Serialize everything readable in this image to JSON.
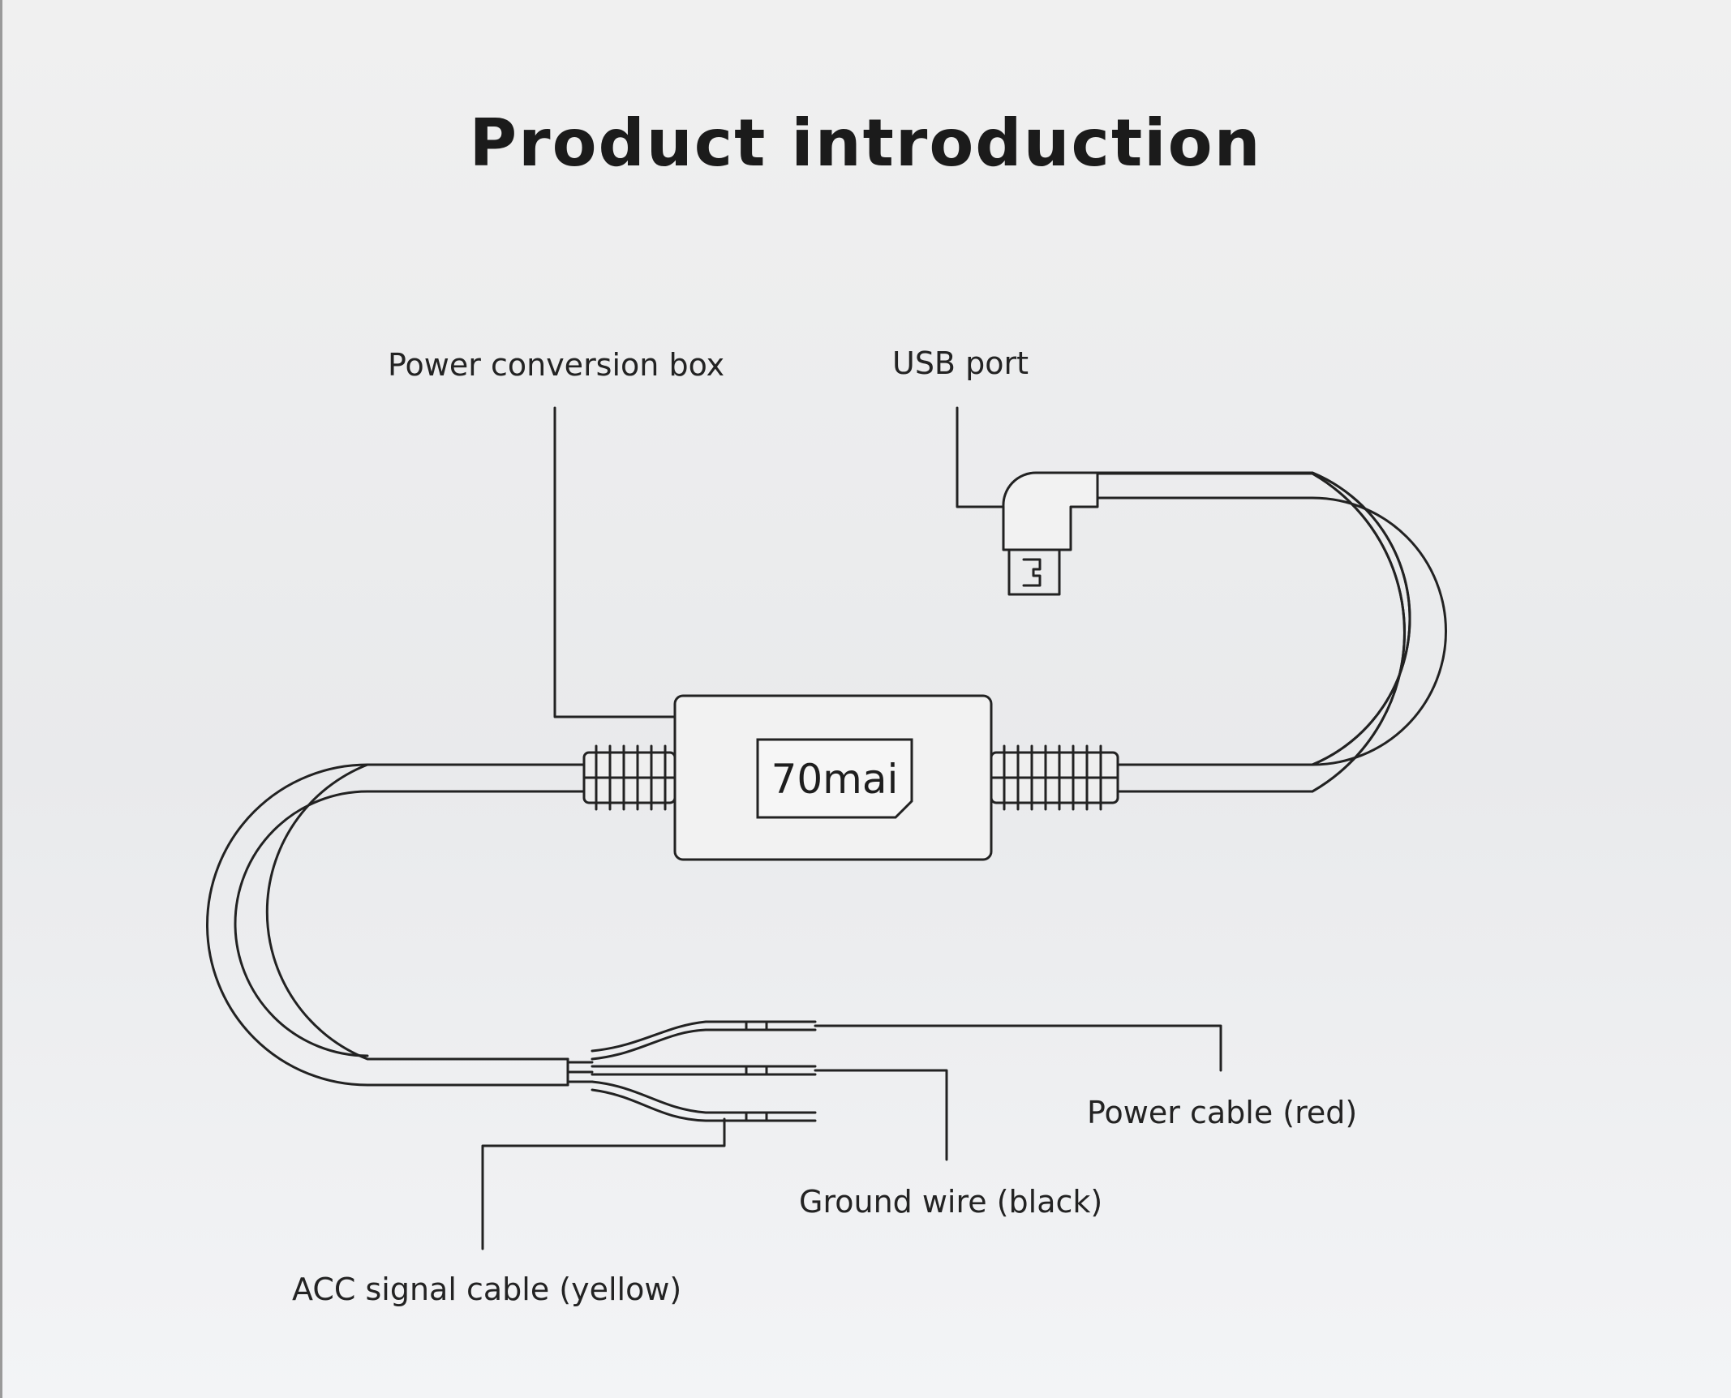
{
  "title": "Product introduction",
  "labels": {
    "power_box": "Power conversion box",
    "usb_port": "USB port",
    "power_cable": "Power cable (red)",
    "ground_wire": "Ground wire (black)",
    "acc_signal": "ACC signal cable (yellow)"
  },
  "brand_logo": "70mai",
  "colors": {
    "line": "#222222",
    "background": "#eeeeee"
  }
}
